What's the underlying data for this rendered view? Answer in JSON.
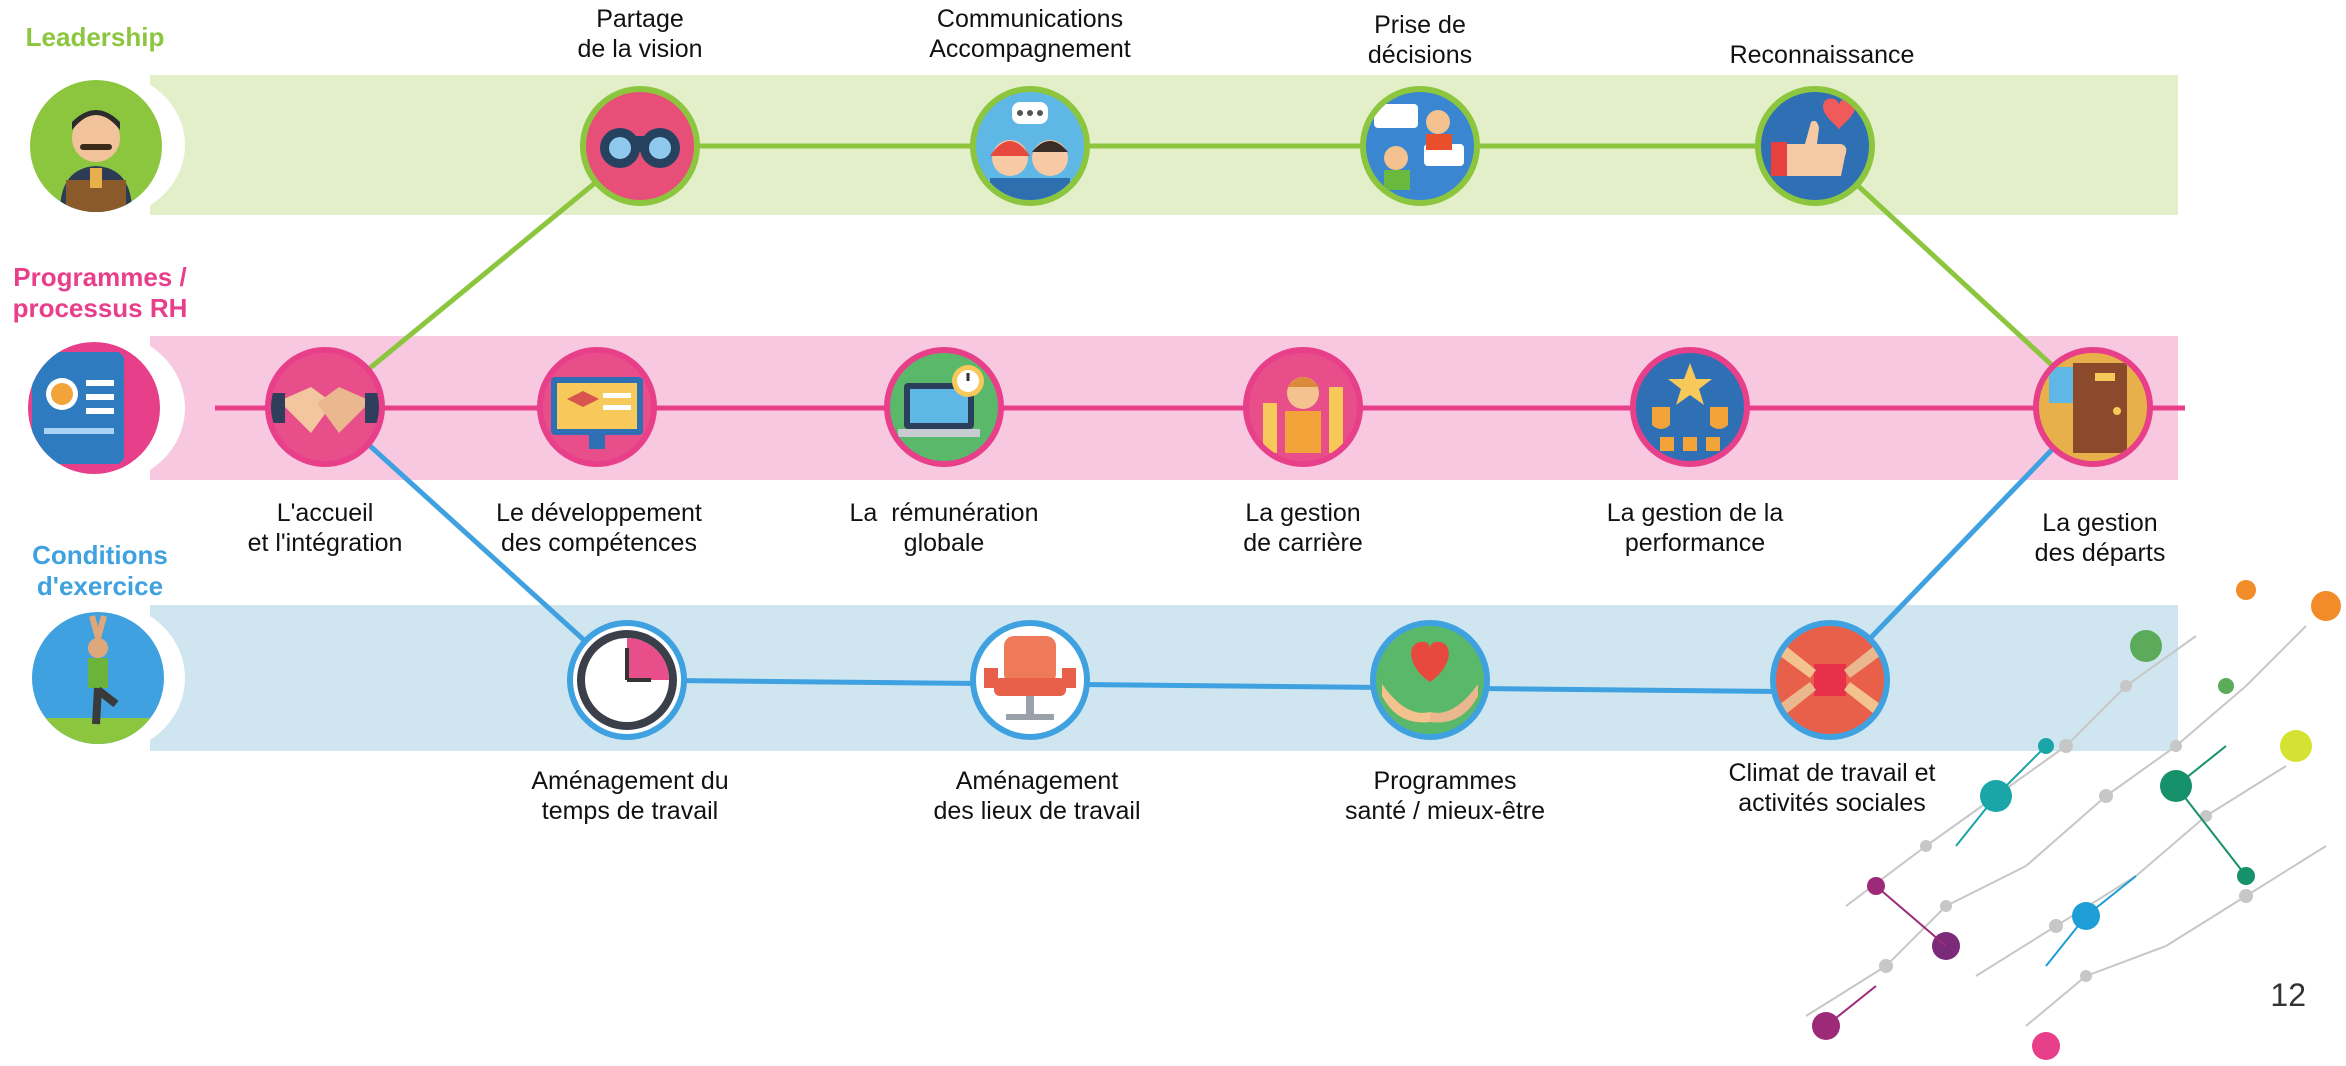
{
  "categories": {
    "leadership": {
      "label": "Leadership",
      "color": "#8cc63f",
      "band_color": "#e3efc9"
    },
    "programs": {
      "label_line1": "Programmes /",
      "label_line2": "processus RH",
      "color": "#e83f8a",
      "band_color": "#f7c8df"
    },
    "conditions": {
      "label_line1": "Conditions",
      "label_line2": "d'exercice",
      "color": "#3fa1e0",
      "band_color": "#cfe5ef"
    }
  },
  "leadership_nodes": [
    {
      "line1": "Partage",
      "line2": "de la vision",
      "icon": "binoculars-icon"
    },
    {
      "line1": "Communications",
      "line2": "Accompagnement",
      "icon": "people-talking-icon"
    },
    {
      "line1": "Prise de",
      "line2": "décisions",
      "icon": "decision-chat-icon"
    },
    {
      "line1": "Reconnaissance",
      "line2": "",
      "icon": "thumbs-up-heart-icon"
    }
  ],
  "program_nodes": [
    {
      "line1": "L'accueil",
      "line2": "et l'intégration",
      "icon": "handshake-icon"
    },
    {
      "line1": "Le développement",
      "line2": "des compétences",
      "icon": "online-course-icon"
    },
    {
      "line1": "La  rémunération",
      "line2": "globale",
      "icon": "laptop-clock-icon"
    },
    {
      "line1": "La gestion",
      "line2": "de carrière",
      "icon": "career-growth-icon"
    },
    {
      "line1": "La gestion de la",
      "line2": "performance",
      "icon": "award-shields-icon"
    },
    {
      "line1": "La gestion",
      "line2": "des départs",
      "icon": "exit-door-icon"
    }
  ],
  "condition_nodes": [
    {
      "line1": "Aménagement du",
      "line2": "temps de travail",
      "icon": "clock-icon"
    },
    {
      "line1": "Aménagement",
      "line2": "des lieux de travail",
      "icon": "office-chair-icon"
    },
    {
      "line1": "Programmes",
      "line2": "santé / mieux-être",
      "icon": "heart-hands-icon"
    },
    {
      "line1": "Climat de travail et",
      "line2": "activités sociales",
      "icon": "team-hands-icon"
    }
  ],
  "page_number": "12"
}
